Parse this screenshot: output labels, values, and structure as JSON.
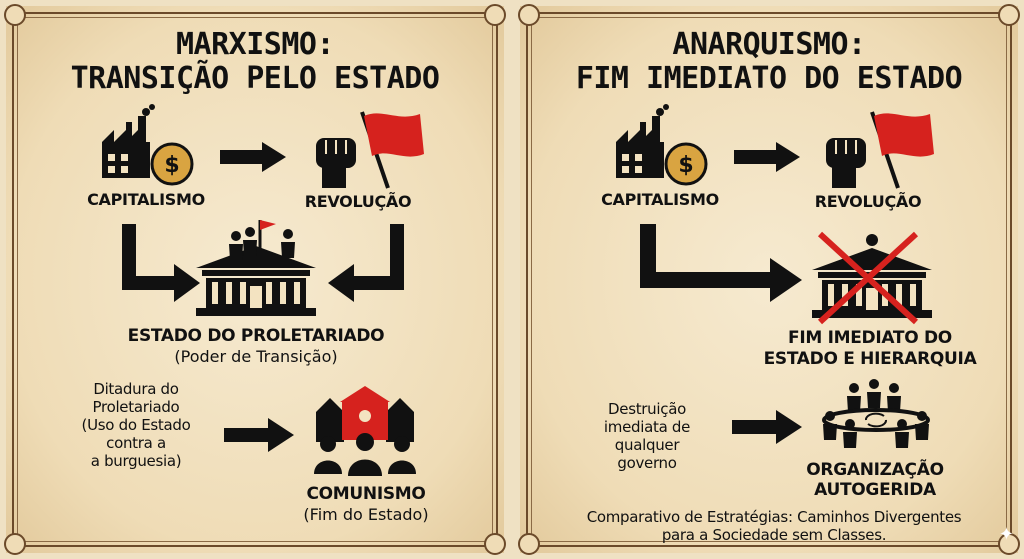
{
  "left": {
    "title_line1": "MARXISMO:",
    "title_line2": "TRANSIÇÃO PELO ESTADO",
    "capitalism": "CAPITALISMO",
    "revolution": "REVOLUÇÃO",
    "state_label": "ESTADO DO PROLETARIADO",
    "state_sub": "(Poder de Transição)",
    "dictatorship": [
      "Ditadura do",
      "Proletariado",
      "(Uso do Estado",
      "contra a",
      "a burguesia)"
    ],
    "communism": "COMUNISMO",
    "communism_sub": "(Fim do Estado)"
  },
  "right": {
    "title_line1": "ANARQUISMO:",
    "title_line2": "FIM IMEDIATO DO ESTADO",
    "capitalism": "CAPITALISMO",
    "revolution": "REVOLUÇÃO",
    "end_state_line1": "FIM IMEDIATO DO",
    "end_state_line2": "ESTADO E HIERARQUIA",
    "destruction": [
      "Destruição",
      "imediata de",
      "qualquer",
      "governo"
    ],
    "self_org_line1": "ORGANIZAÇÃO",
    "self_org_line2": "AUTOGERIDA",
    "caption_line1": "Comparativo de Estratégias: Caminhos Divergentes",
    "caption_line2": "para a Sociedade sem Classes."
  },
  "icons": {
    "coin_symbol": "$",
    "sparkle": "✦"
  },
  "colors": {
    "parchment": "#efdcb6",
    "ink": "#111111",
    "flag_red": "#d6221e",
    "coin_gold": "#d9a441",
    "frame_brown": "#6b4a2a"
  }
}
